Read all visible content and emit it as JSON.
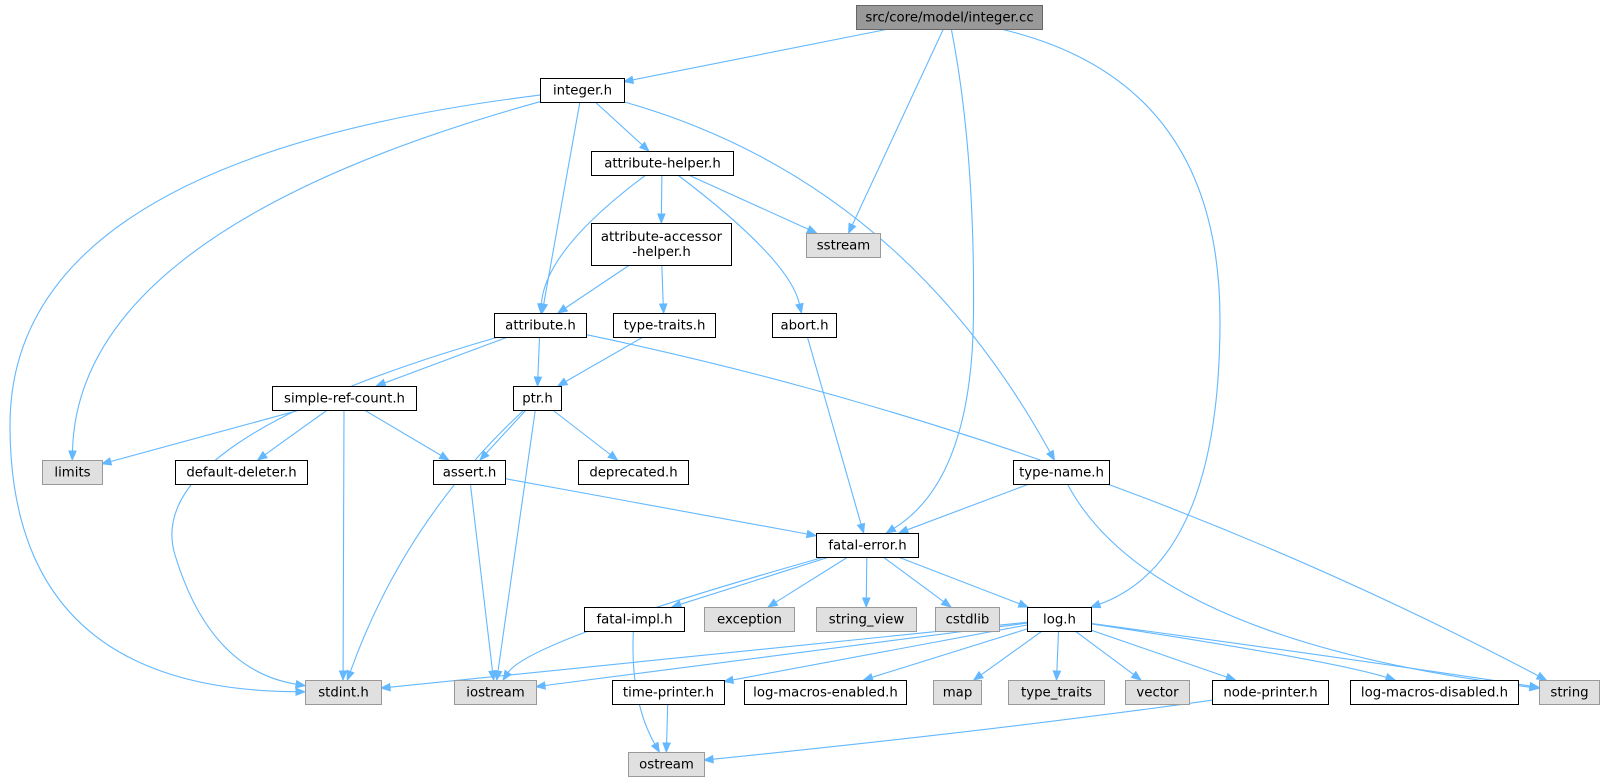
{
  "colors": {
    "root_fill": "#999999",
    "root_border": "#666666",
    "local_fill": "#ffffff",
    "local_border": "#000000",
    "system_fill": "#e0e0e0",
    "system_border": "#999999",
    "edge": "#63b8ff"
  },
  "nodes": [
    {
      "id": "root",
      "label": "src/core/model/integer.cc",
      "kind": "root"
    },
    {
      "id": "integer_h",
      "label": "integer.h",
      "kind": "local"
    },
    {
      "id": "attribute_helper_h",
      "label": "attribute-helper.h",
      "kind": "local"
    },
    {
      "id": "sstream",
      "label": "sstream",
      "kind": "system"
    },
    {
      "id": "attribute_accessor_helper_h",
      "label": "attribute-accessor\n-helper.h",
      "kind": "local"
    },
    {
      "id": "attribute_h",
      "label": "attribute.h",
      "kind": "local"
    },
    {
      "id": "type_traits_h",
      "label": "type-traits.h",
      "kind": "local"
    },
    {
      "id": "abort_h",
      "label": "abort.h",
      "kind": "local"
    },
    {
      "id": "simple_ref_count_h",
      "label": "simple-ref-count.h",
      "kind": "local"
    },
    {
      "id": "ptr_h",
      "label": "ptr.h",
      "kind": "local"
    },
    {
      "id": "limits",
      "label": "limits",
      "kind": "system"
    },
    {
      "id": "default_deleter_h",
      "label": "default-deleter.h",
      "kind": "local"
    },
    {
      "id": "assert_h",
      "label": "assert.h",
      "kind": "local"
    },
    {
      "id": "deprecated_h",
      "label": "deprecated.h",
      "kind": "local"
    },
    {
      "id": "type_name_h",
      "label": "type-name.h",
      "kind": "local"
    },
    {
      "id": "fatal_error_h",
      "label": "fatal-error.h",
      "kind": "local"
    },
    {
      "id": "fatal_impl_h",
      "label": "fatal-impl.h",
      "kind": "local"
    },
    {
      "id": "exception",
      "label": "exception",
      "kind": "system"
    },
    {
      "id": "string_view",
      "label": "string_view",
      "kind": "system"
    },
    {
      "id": "cstdlib",
      "label": "cstdlib",
      "kind": "system"
    },
    {
      "id": "log_h",
      "label": "log.h",
      "kind": "local"
    },
    {
      "id": "stdint_h",
      "label": "stdint.h",
      "kind": "system"
    },
    {
      "id": "iostream",
      "label": "iostream",
      "kind": "system"
    },
    {
      "id": "time_printer_h",
      "label": "time-printer.h",
      "kind": "local"
    },
    {
      "id": "log_macros_enabled_h",
      "label": "log-macros-enabled.h",
      "kind": "local"
    },
    {
      "id": "map",
      "label": "map",
      "kind": "system"
    },
    {
      "id": "type_traits",
      "label": "type_traits",
      "kind": "system"
    },
    {
      "id": "vector",
      "label": "vector",
      "kind": "system"
    },
    {
      "id": "node_printer_h",
      "label": "node-printer.h",
      "kind": "local"
    },
    {
      "id": "log_macros_disabled_h",
      "label": "log-macros-disabled.h",
      "kind": "local"
    },
    {
      "id": "string",
      "label": "string",
      "kind": "system"
    },
    {
      "id": "ostream",
      "label": "ostream",
      "kind": "system"
    }
  ],
  "edges": [
    [
      "root",
      "integer_h"
    ],
    [
      "root",
      "sstream"
    ],
    [
      "root",
      "fatal_error_h"
    ],
    [
      "root",
      "log_h"
    ],
    [
      "integer_h",
      "attribute_helper_h"
    ],
    [
      "integer_h",
      "attribute_h"
    ],
    [
      "integer_h",
      "limits"
    ],
    [
      "integer_h",
      "stdint_h"
    ],
    [
      "integer_h",
      "type_name_h"
    ],
    [
      "attribute_helper_h",
      "attribute_accessor_helper_h"
    ],
    [
      "attribute_helper_h",
      "attribute_h"
    ],
    [
      "attribute_helper_h",
      "sstream"
    ],
    [
      "attribute_helper_h",
      "abort_h"
    ],
    [
      "attribute_accessor_helper_h",
      "attribute_h"
    ],
    [
      "attribute_accessor_helper_h",
      "type_traits_h"
    ],
    [
      "attribute_h",
      "simple_ref_count_h"
    ],
    [
      "attribute_h",
      "ptr_h"
    ],
    [
      "attribute_h",
      "stdint_h"
    ],
    [
      "attribute_h",
      "string"
    ],
    [
      "type_traits_h",
      "ptr_h"
    ],
    [
      "abort_h",
      "fatal_error_h"
    ],
    [
      "simple_ref_count_h",
      "limits"
    ],
    [
      "simple_ref_count_h",
      "default_deleter_h"
    ],
    [
      "simple_ref_count_h",
      "assert_h"
    ],
    [
      "simple_ref_count_h",
      "stdint_h"
    ],
    [
      "ptr_h",
      "assert_h"
    ],
    [
      "ptr_h",
      "deprecated_h"
    ],
    [
      "ptr_h",
      "stdint_h"
    ],
    [
      "ptr_h",
      "iostream"
    ],
    [
      "assert_h",
      "fatal_error_h"
    ],
    [
      "assert_h",
      "iostream"
    ],
    [
      "type_name_h",
      "fatal_error_h"
    ],
    [
      "type_name_h",
      "string"
    ],
    [
      "fatal_error_h",
      "fatal_impl_h"
    ],
    [
      "fatal_error_h",
      "exception"
    ],
    [
      "fatal_error_h",
      "string_view"
    ],
    [
      "fatal_error_h",
      "cstdlib"
    ],
    [
      "fatal_error_h",
      "log_h"
    ],
    [
      "fatal_error_h",
      "iostream"
    ],
    [
      "fatal_impl_h",
      "ostream"
    ],
    [
      "log_h",
      "stdint_h"
    ],
    [
      "log_h",
      "iostream"
    ],
    [
      "log_h",
      "time_printer_h"
    ],
    [
      "log_h",
      "log_macros_enabled_h"
    ],
    [
      "log_h",
      "map"
    ],
    [
      "log_h",
      "type_traits"
    ],
    [
      "log_h",
      "vector"
    ],
    [
      "log_h",
      "node_printer_h"
    ],
    [
      "log_h",
      "log_macros_disabled_h"
    ],
    [
      "log_h",
      "string"
    ],
    [
      "time_printer_h",
      "ostream"
    ],
    [
      "node_printer_h",
      "ostream"
    ]
  ]
}
